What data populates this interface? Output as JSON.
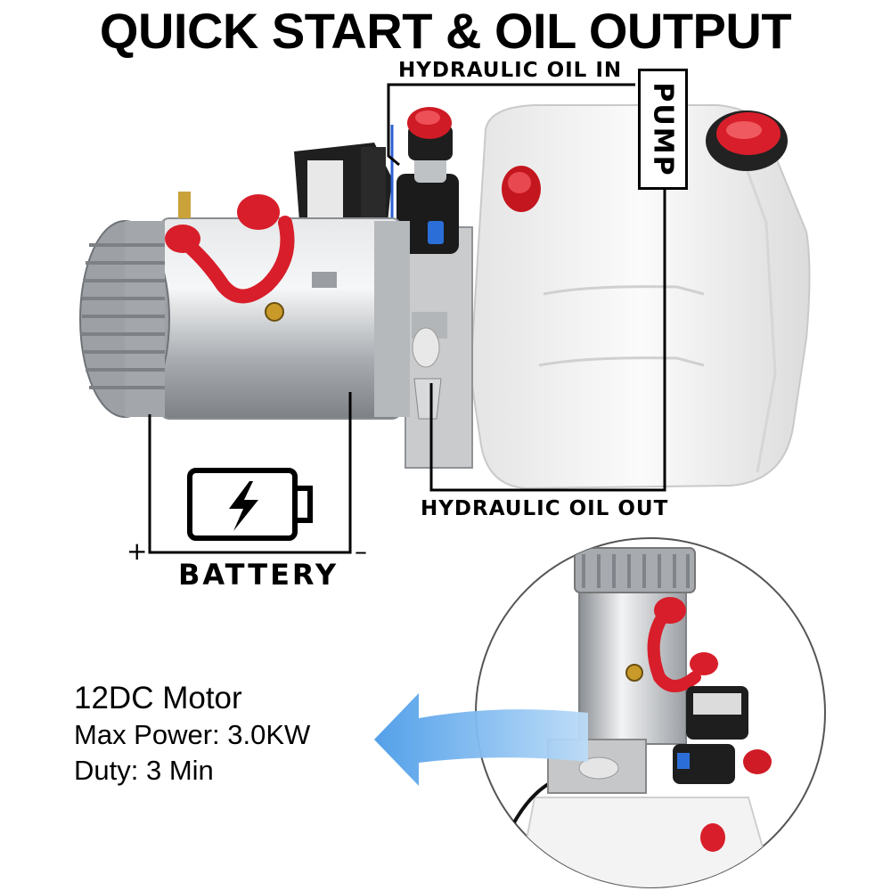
{
  "title": "QUICK START & OIL OUTPUT",
  "labels": {
    "hydraulic_oil_in": "HYDRAULIC OIL IN",
    "pump": "PUMP",
    "hydraulic_oil_out": "HYDRAULIC OIL OUT",
    "battery": "BATTERY",
    "plus": "+",
    "minus": "–"
  },
  "specs": {
    "motor": "12DC Motor",
    "max_power": "Max Power: 3.0KW",
    "duty": "Duty: 3 Min"
  },
  "icons": {
    "battery": "battery-charging-icon",
    "arrow": "blue-arrow-icon"
  },
  "colors": {
    "tank": "#f2f2f2",
    "motor": "#c8cacc",
    "cap_red": "#d81e2a",
    "arrow_blue": "#5aa6f0"
  }
}
